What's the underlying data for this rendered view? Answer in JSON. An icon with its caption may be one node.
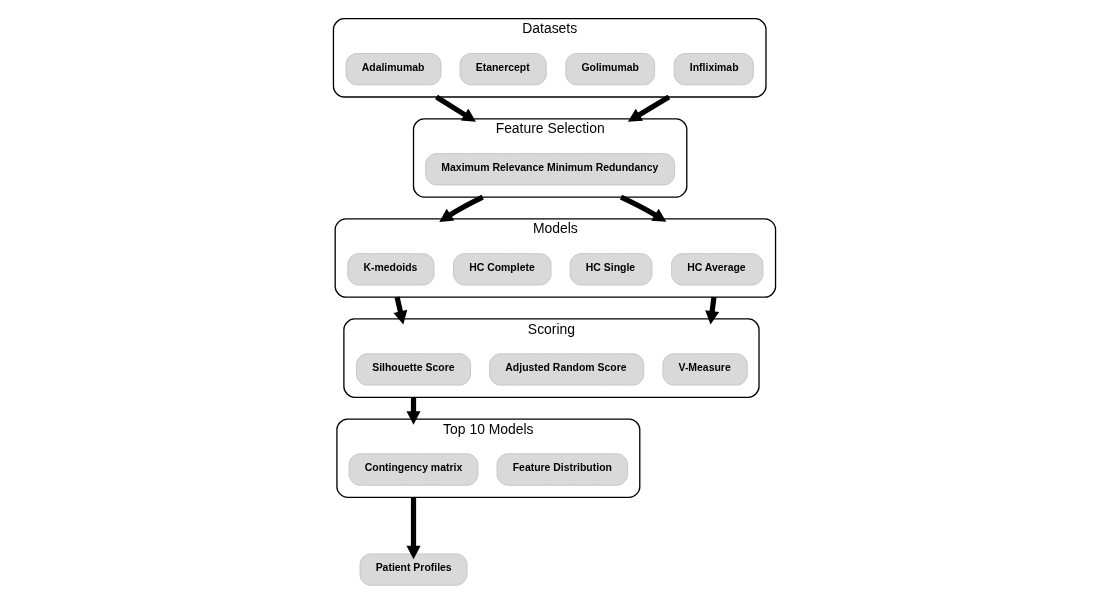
{
  "diagram": {
    "nodes": [
      {
        "text": [
          "Datasets"
        ]
      },
      {
        "text": [
          "Adalimumab"
        ],
        "in": 0
      },
      {
        "text": [
          "Etanercept"
        ],
        "in": 0
      },
      {
        "text": [
          "Golimumab"
        ],
        "in": 0
      },
      {
        "text": [
          "Infliximab"
        ],
        "in": 0
      },
      {
        "text": [
          "Feature Selection"
        ]
      },
      {
        "text": [
          "Maximum Relevance Minimum Redundancy"
        ],
        "in": 5
      },
      {
        "text": [
          "Models"
        ]
      },
      {
        "text": [
          "K-medoids"
        ],
        "in": 7
      },
      {
        "text": [
          "HC Complete"
        ],
        "in": 7
      },
      {
        "text": [
          "HC Single"
        ],
        "in": 7
      },
      {
        "text": [
          "HC Average"
        ],
        "in": 7
      },
      {
        "text": [
          "Scoring"
        ]
      },
      {
        "text": [
          "Silhouette Score"
        ],
        "in": 12
      },
      {
        "text": [
          "Adjusted Random Score"
        ],
        "in": 12
      },
      {
        "text": [
          "V-Measure"
        ],
        "in": 12
      },
      {
        "text": [
          "Top 10 Models"
        ]
      },
      {
        "text": [
          "Contingency matrix"
        ],
        "in": 16
      },
      {
        "text": [
          "Feature Distribution"
        ],
        "in": 16
      },
      {
        "text": [
          "Patient Profiles"
        ]
      }
    ],
    "edges": [
      {
        "from": 0,
        "to": 5,
        "arrow": "to"
      },
      {
        "from": 0,
        "to": 5,
        "arrow": "to"
      },
      {
        "from": 5,
        "to": 7,
        "arrow": "to"
      },
      {
        "from": 5,
        "to": 7,
        "arrow": "to"
      },
      {
        "from": 7,
        "to": 12,
        "arrow": "to"
      },
      {
        "from": 7,
        "to": 12,
        "arrow": "to"
      },
      {
        "from": 12,
        "to": 16,
        "arrow": "to"
      },
      {
        "from": 16,
        "to": 19,
        "arrow": "to"
      }
    ]
  }
}
